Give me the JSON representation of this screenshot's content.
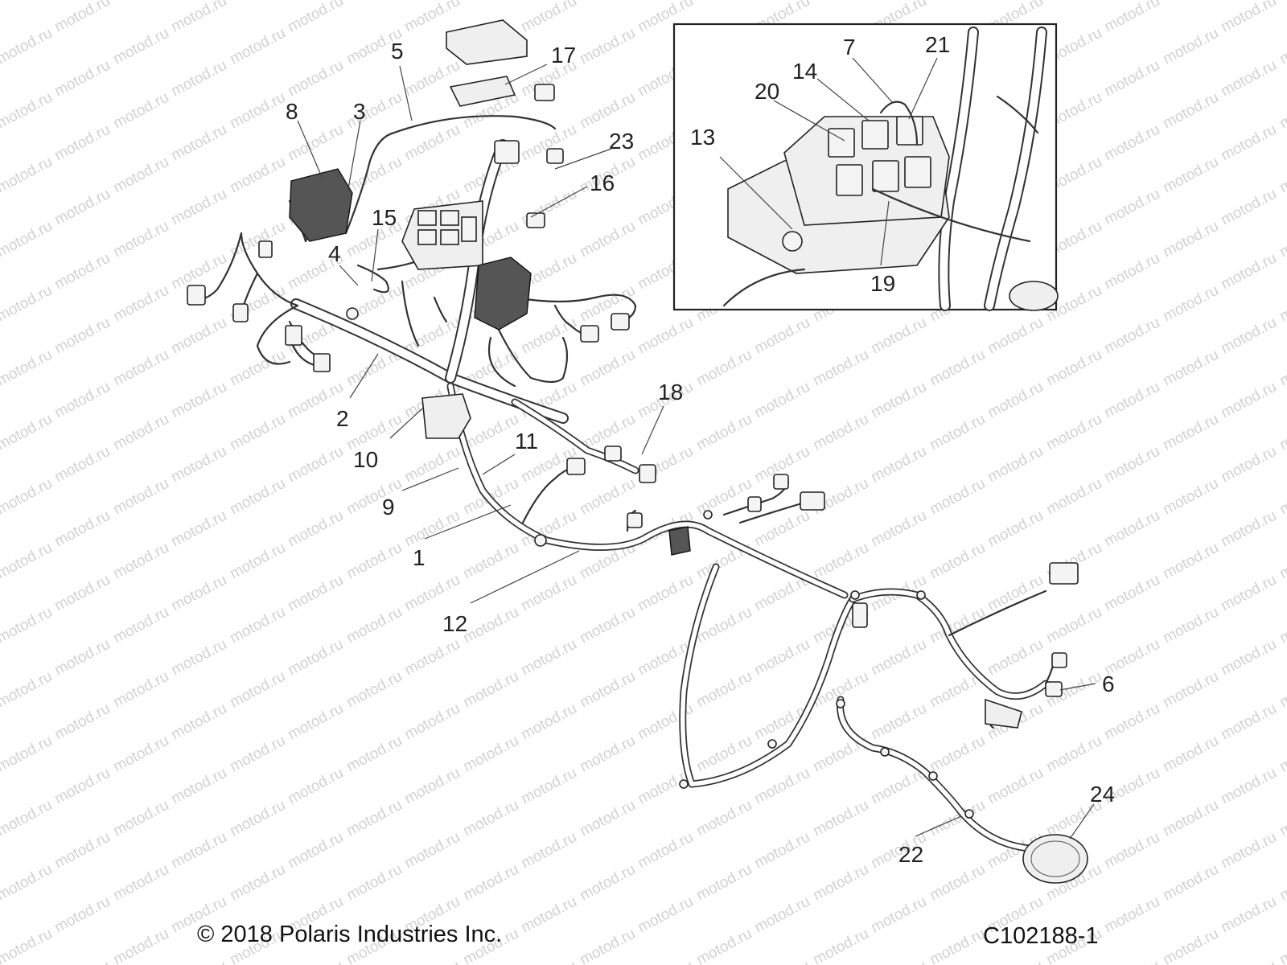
{
  "watermark": "motod.ru",
  "footer": {
    "copyright": "© 2018 Polaris Industries Inc.",
    "figure_id": "C102188-1"
  },
  "callouts": {
    "c1": "1",
    "c2": "2",
    "c3": "3",
    "c4": "4",
    "c5": "5",
    "c6": "6",
    "c7": "7",
    "c8": "8",
    "c9": "9",
    "c10": "10",
    "c11": "11",
    "c12": "12",
    "c13": "13",
    "c14": "14",
    "c15": "15",
    "c16": "16",
    "c17": "17",
    "c18": "18",
    "c19": "19",
    "c20": "20",
    "c21": "21",
    "c22": "22",
    "c23": "23",
    "c24": "24"
  },
  "colors": {
    "line": "#333333",
    "watermark": "#d2d2d2",
    "background": "#ffffff"
  }
}
